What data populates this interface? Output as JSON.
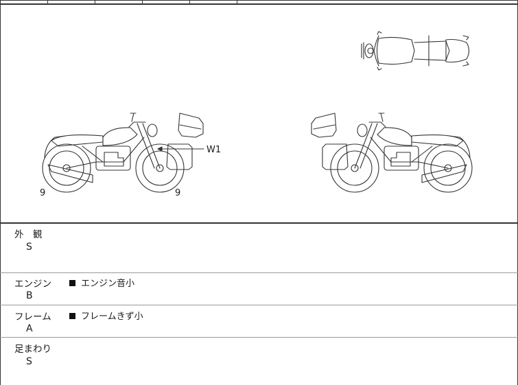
{
  "diagram": {
    "front_left_mark": "9",
    "rear_left_mark": "9",
    "saddlebag_mark": "W1"
  },
  "sections": {
    "exterior": {
      "title": "外　観",
      "grade": "S",
      "note": ""
    },
    "engine": {
      "title": "エンジン",
      "grade": "B",
      "note": "エンジン音小"
    },
    "frame": {
      "title": "フレーム",
      "grade": "A",
      "note": "フレームきず小"
    },
    "suspension": {
      "title": "足まわり",
      "grade": "S",
      "note": ""
    }
  }
}
